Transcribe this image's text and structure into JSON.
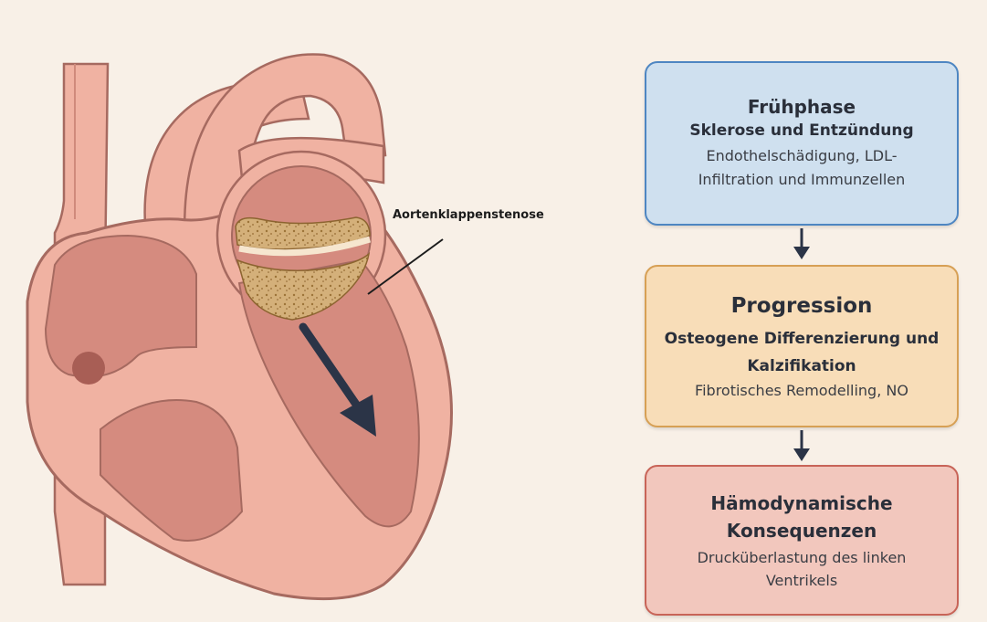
{
  "annotation": {
    "label": "Aortenklappenstenose"
  },
  "stages": [
    {
      "title": "Frühphase",
      "subtitle": "Sklerose und Entzündung",
      "description": "Endothelschädigung, LDL-Infiltration und Immunzellen",
      "fill": "#cfe0ef",
      "border": "#4e86c2"
    },
    {
      "title": "Progression",
      "subtitle": "Osteogene Differenzierung und Kalzifikation",
      "description": "Fibrotisches Remodelling, NO",
      "fill": "#f8ddb8",
      "border": "#d7a055"
    },
    {
      "title": "Hämodynamische Konsequenzen",
      "description": "Drucküberlastung des linken Ventrikels",
      "fill": "#f2c7bd",
      "border": "#c86458"
    }
  ],
  "colors": {
    "background": "#f8f0e7",
    "heart_tissue": "#f0b2a2",
    "heart_outline": "#a66a60",
    "chamber": "#d58b7f",
    "calcification": "#c9a36a",
    "arrow": "#2b3447"
  }
}
